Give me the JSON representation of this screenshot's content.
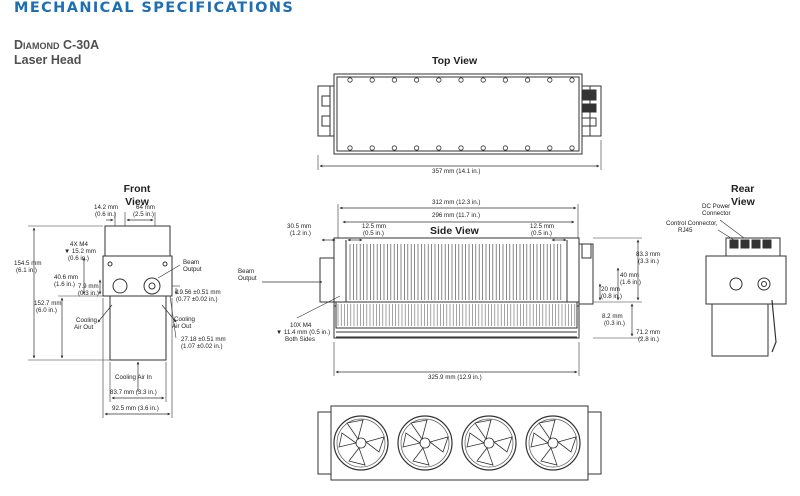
{
  "header": {
    "title": "MECHANICAL SPECIFICATIONS",
    "color": "#1d6fb1"
  },
  "model": {
    "brand": "Diamond",
    "name": "C-30A",
    "part": "Laser Head"
  },
  "views": {
    "top": "Top View",
    "side": "Side View",
    "front_1": "Front",
    "front_2": "View",
    "rear_1": "Rear",
    "rear_2": "View"
  },
  "top_dims": {
    "length": "357 mm (14.1 in.)"
  },
  "front_dims": {
    "d1a": "14.2 mm",
    "d1b": "(0.6 in.)",
    "d2a": "64 mm",
    "d2b": "(2.5 in.)",
    "d3a": "4X M4",
    "d3b": "▼ 15.2 mm",
    "d3c": "(0.6 in.)",
    "d4a": "154.5 mm",
    "d4b": "(6.1 in.)",
    "d5a": "40.6 mm",
    "d5b": "(1.6 in.)",
    "d6a": "7.9 mm",
    "d6b": "(0.3 in.)",
    "d7a": "152.7 mm",
    "d7b": "(6.0 in.)",
    "beam_a": "Beam",
    "beam_b": "Output",
    "d8a": "19.56 ±0.51 mm",
    "d8b": "(0.77 ±0.02 in.)",
    "cool_out_l_a": "Cooling",
    "cool_out_l_b": "Air Out",
    "cool_out_r_a": "Cooling",
    "cool_out_r_b": "Air Out",
    "d9a": "27.18 ±0.51 mm",
    "d9b": "(1.07 ±0.02 in.)",
    "cool_in": "Cooling Air In",
    "d10": "83.7 mm (3.3 in.)",
    "d11": "92.5 mm (3.6 in.)"
  },
  "side_dims": {
    "d1": "312 mm (12.3 in.)",
    "d2": "296 mm (11.7 in.)",
    "d3a": "30.5 mm",
    "d3b": "(1.2 in.)",
    "d4a": "12.5 mm",
    "d4b": "(0.5 in.)",
    "d5a": "12.5 mm",
    "d5b": "(0.5 in.)",
    "d6a": "83.3 mm",
    "d6b": "(3.3 in.)",
    "beam_a": "Beam",
    "beam_b": "Output",
    "d7a": "40 mm",
    "d7b": "(1.6 in.)",
    "d8a": "20 mm",
    "d8b": "(0.8 in.)",
    "d9a": "8.2 mm",
    "d9b": "(0.3 in.)",
    "d10a": "10X M4",
    "d10b": "▼ 11.4 mm (0.5 in.)",
    "d10c": "Both Sides",
    "d11a": "71.2 mm",
    "d11b": "(2.8 in.)",
    "d12": "325.9 mm (12.9 in.)"
  },
  "rear_dims": {
    "dc_a": "DC Power",
    "dc_b": "Connector",
    "ctrl_a": "Control Connector,",
    "ctrl_b": "RJ45"
  },
  "icons": [
    "fan-icon",
    "screw-icon",
    "arrow-icon"
  ]
}
